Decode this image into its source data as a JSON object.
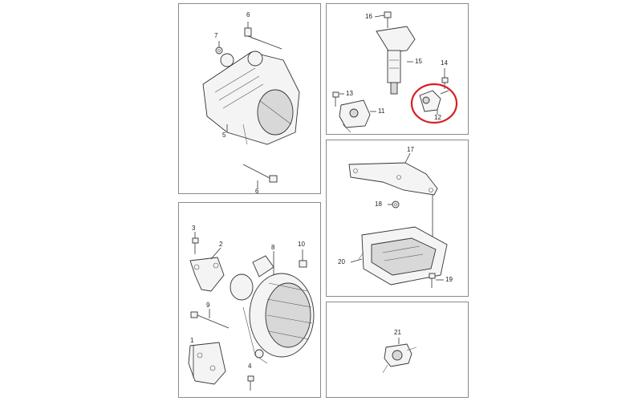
{
  "highlight_color": "#d61f26",
  "panels": {
    "starter": {
      "labels": {
        "p6a": "6",
        "p7": "7",
        "p5": "5",
        "p6b": "6"
      }
    },
    "alternator": {
      "labels": {
        "p3a": "3",
        "p2": "2",
        "p8": "8",
        "p10": "10",
        "p9": "9",
        "p1": "1",
        "p3b": "4"
      }
    },
    "ignition": {
      "labels": {
        "p16": "16",
        "p15": "15",
        "p14": "14",
        "p13": "13",
        "p11": "11",
        "p12": "12"
      }
    },
    "ecu": {
      "labels": {
        "p17": "17",
        "p18": "18",
        "p20": "20",
        "p19": "19"
      }
    },
    "knock": {
      "labels": {
        "p21": "21"
      }
    }
  }
}
